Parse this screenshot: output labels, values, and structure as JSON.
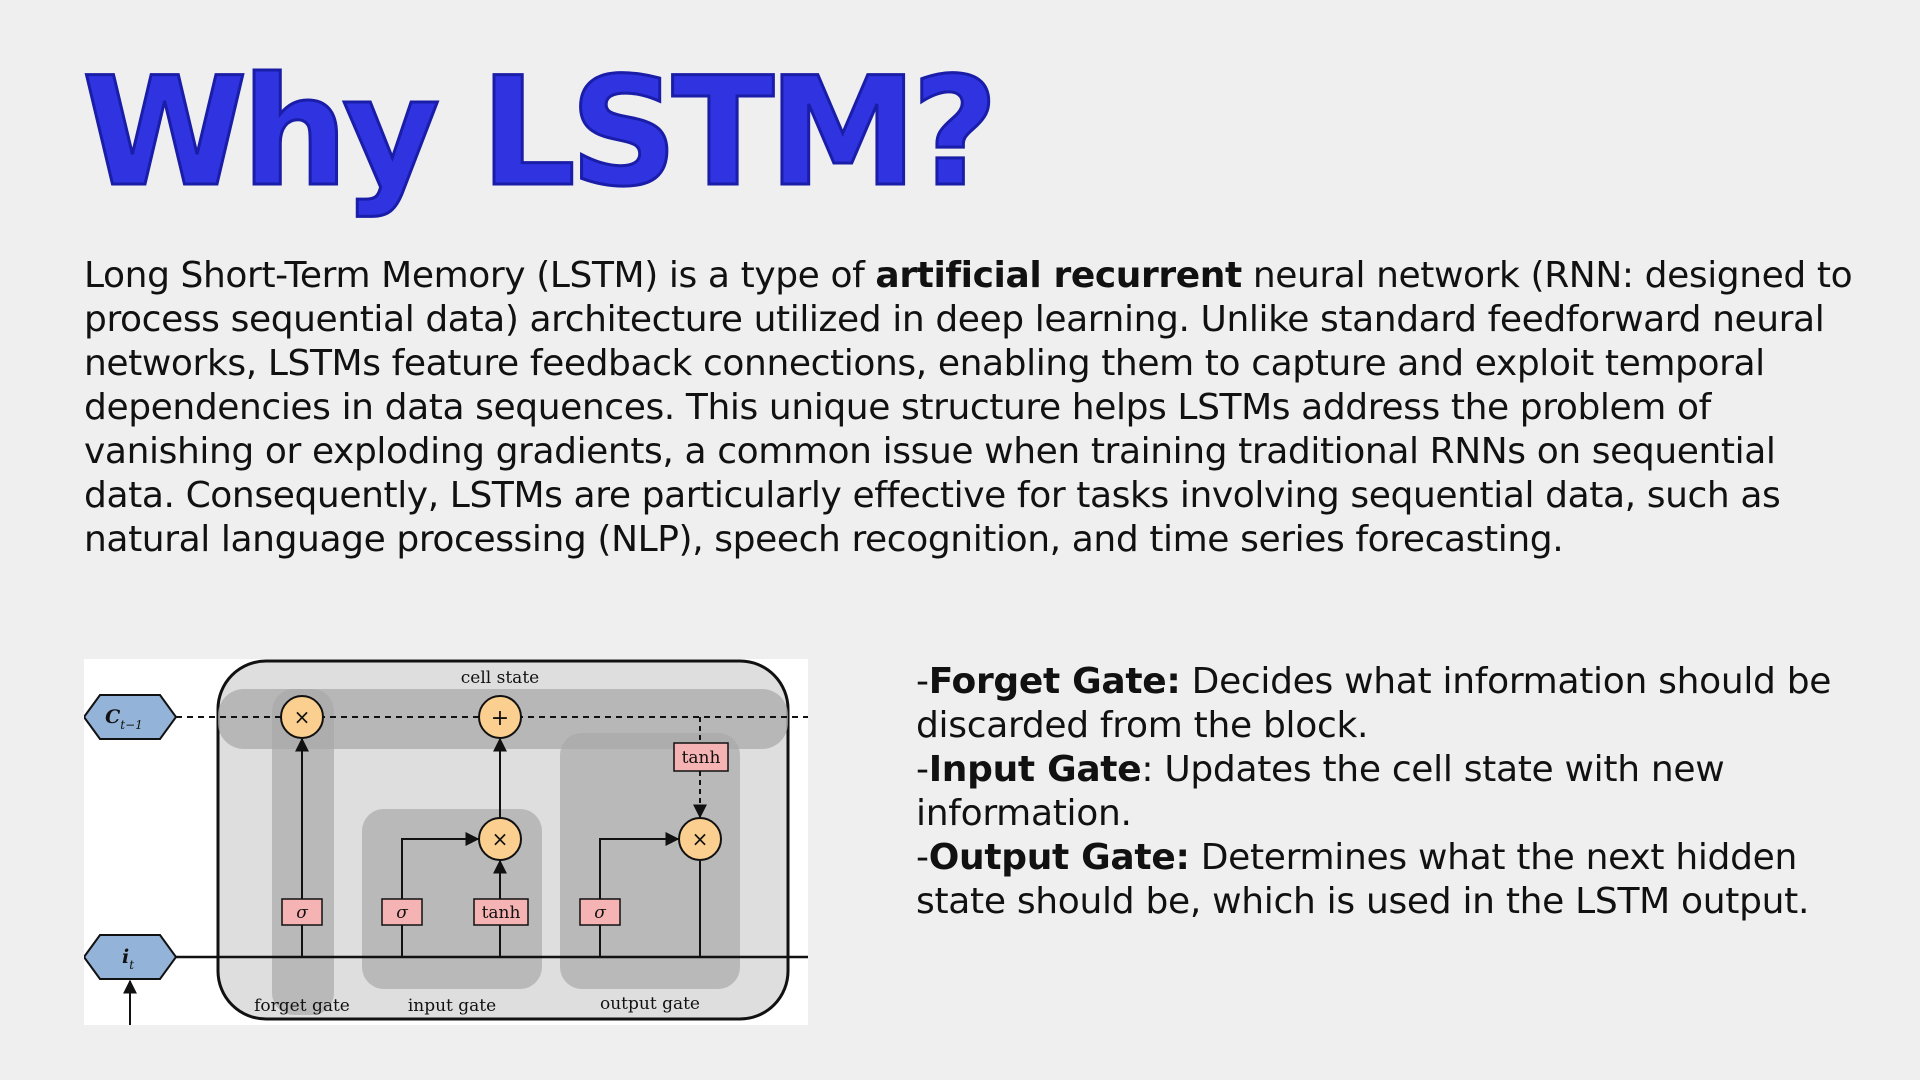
{
  "slide": {
    "title": "Why LSTM?",
    "intro": {
      "part1": "Long Short-Term Memory (LSTM) is a type of ",
      "bold": "artificial recurrent",
      "part2": " neural network (RNN: designed to process sequential data) architecture utilized in deep learning. Unlike standard feedforward neural networks, LSTMs feature feedback connections, enabling them to capture and exploit temporal dependencies in data sequences. This unique structure helps LSTMs address the problem of vanishing or exploding gradients, a common issue when training traditional RNNs on sequential data. Consequently, LSTMs are particularly effective for tasks involving sequential data, such as natural language processing (NLP), speech recognition, and time series forecasting."
    },
    "gates": [
      {
        "prefix": "-",
        "name": "Forget Gate:",
        "desc": " Decides what information should be discarded from the block."
      },
      {
        "prefix": "-",
        "name": "Input Gate",
        "desc": ": Updates the cell state with new information."
      },
      {
        "prefix": "-",
        "name": "Output Gate:",
        "desc": " Determines what the next hidden state should be, which is used in the LSTM output."
      }
    ]
  },
  "diagram": {
    "cell_state_label": "cell state",
    "forget_gate_label": "forget gate",
    "input_gate_label": "input gate",
    "output_gate_label": "output gate",
    "c_prev": "C",
    "c_prev_sub": "t−1",
    "input_var": "i",
    "input_sub": "t",
    "sigma": "σ",
    "tanh": "tanh",
    "times": "×",
    "plus": "+",
    "colors": {
      "node_fill": "#fbcf8f",
      "act_fill": "#f5b3b3",
      "hex_fill": "#93b4d8",
      "band_fill": "#b9b9b9",
      "outer_fill": "#dedede"
    }
  }
}
